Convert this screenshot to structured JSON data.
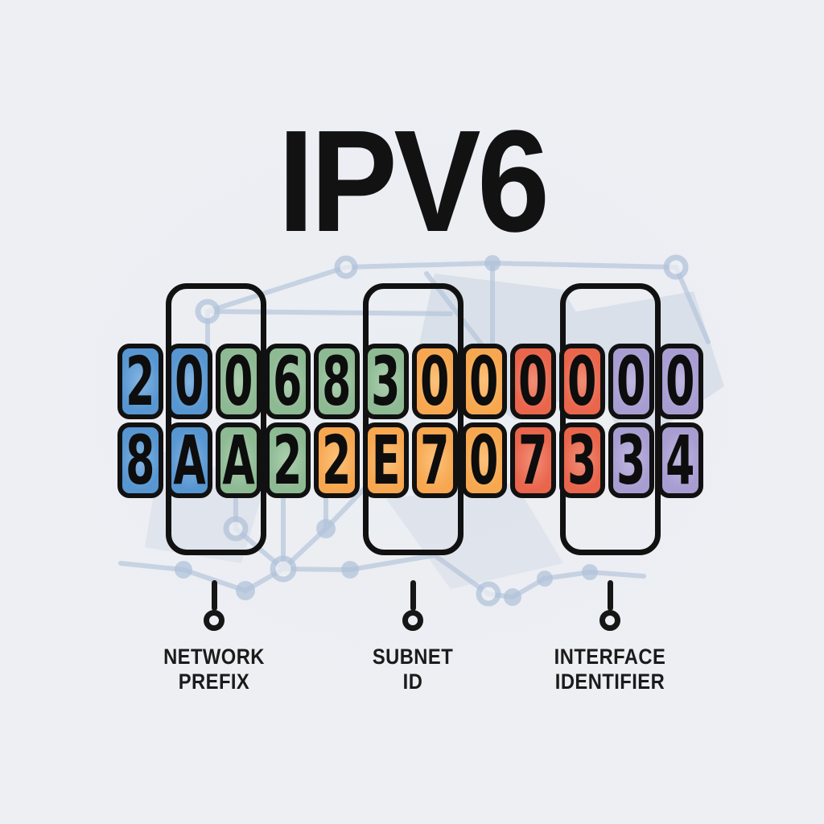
{
  "title": "IPV6",
  "colors": {
    "bg": "#edeff3",
    "ink": "#111111",
    "net": "#aec0d8",
    "net-fill": "#9db1cc",
    "blue": "#5796d1",
    "blue-light": "#85b5e2",
    "green": "#8db993",
    "green-light": "#aed0b0",
    "orange": "#f7a74f",
    "orange-light": "#fbc27c",
    "red": "#e9654c",
    "red-light": "#f18f77",
    "purple": "#a79dd1",
    "purple-light": "#c0b8e0"
  },
  "address": {
    "rows": [
      {
        "cells": [
          "2",
          "0",
          "0",
          "6",
          "8",
          "3",
          "0",
          "0",
          "0",
          "0",
          "0",
          "0"
        ]
      },
      {
        "cells": [
          "8",
          "A",
          "A",
          "2",
          "2",
          "E",
          "7",
          "0",
          "7",
          "3",
          "3",
          "4"
        ]
      }
    ],
    "color_spans": {
      "row1": [
        {
          "color": "blue",
          "count": 2
        },
        {
          "color": "green",
          "count": 4
        },
        {
          "color": "orange",
          "count": 2
        },
        {
          "color": "red",
          "count": 2
        },
        {
          "color": "purple",
          "count": 2
        }
      ],
      "row2": [
        {
          "color": "blue",
          "count": 2
        },
        {
          "color": "green",
          "count": 2
        },
        {
          "color": "orange",
          "count": 4
        },
        {
          "color": "red",
          "count": 2
        },
        {
          "color": "purple",
          "count": 2
        }
      ]
    }
  },
  "labels": [
    {
      "line1": "NETWORK",
      "line2": "PREFIX"
    },
    {
      "line1": "SUBNET",
      "line2": "ID"
    },
    {
      "line1": "INTERFACE",
      "line2": "IDENTIFIER"
    }
  ]
}
